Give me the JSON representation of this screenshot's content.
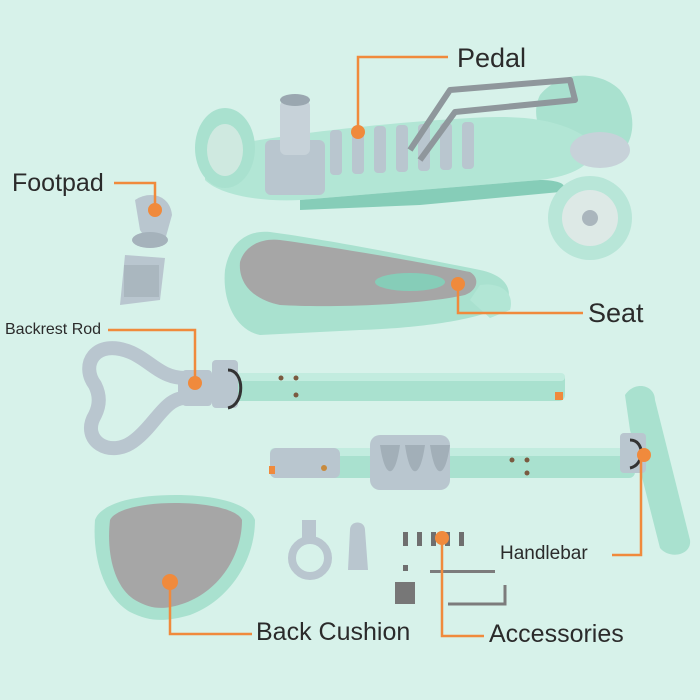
{
  "labels": {
    "pedal": "Pedal",
    "footpad": "Footpad",
    "seat": "Seat",
    "backrest_rod": "Backrest Rod",
    "handlebar": "Handlebar",
    "back_cushion": "Back Cushion",
    "accessories": "Accessories"
  },
  "colors": {
    "background": "#d7f2ea",
    "mint": "#a9e1cf",
    "mint_dark": "#86cdb8",
    "gray_part": "#b9c6cf",
    "gray_dark": "#8e9ba5",
    "seat_gray": "#9e9e9e",
    "callout": "#f08a3c"
  }
}
